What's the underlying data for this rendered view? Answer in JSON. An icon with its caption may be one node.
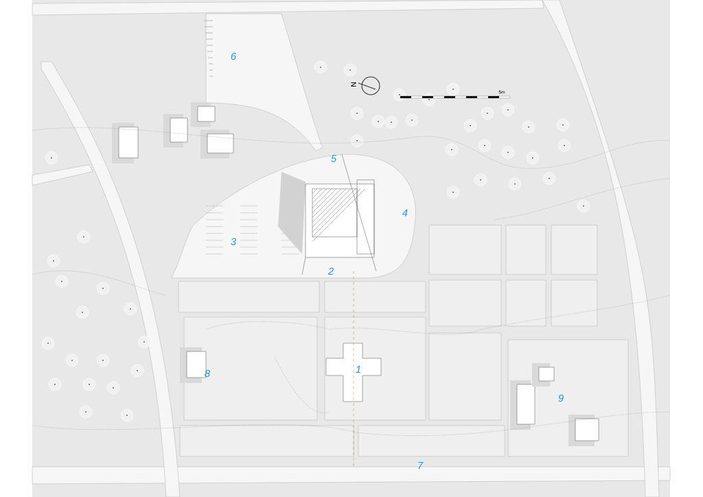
{
  "diagram": {
    "labels": [
      "6",
      "N",
      "5m",
      "5",
      "4",
      "3",
      "2",
      "1",
      "8",
      "9",
      "7"
    ]
  }
}
